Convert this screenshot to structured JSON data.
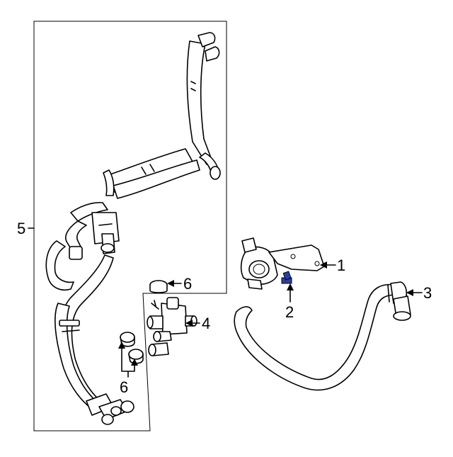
{
  "callouts": {
    "c1": "1",
    "c2": "2",
    "c3": "3",
    "c4": "4",
    "c5": "5",
    "c6a": "6",
    "c6b": "6"
  },
  "colors": {
    "line": "#000000",
    "background": "#ffffff",
    "highlight_bolt": "#2b3f9e"
  },
  "icons": [
    "hose-assembly",
    "water-pump",
    "bolt",
    "hose",
    "control-valve",
    "clamp"
  ]
}
